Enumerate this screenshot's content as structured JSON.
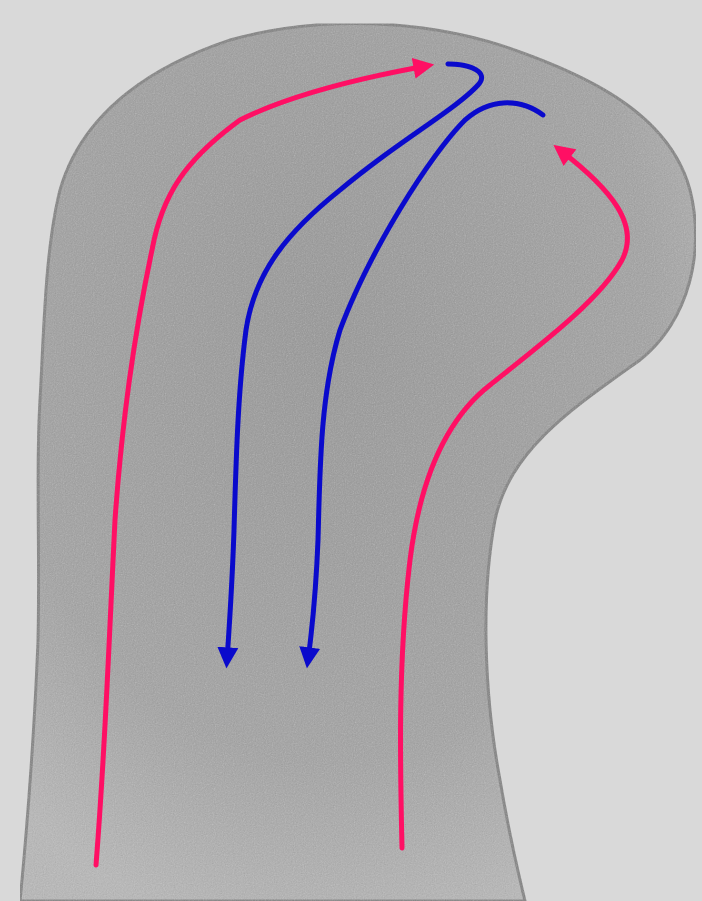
{
  "figure": {
    "subject": "cell-tip",
    "colors": {
      "background": "#d9d9d9",
      "cell_fill": "#a9a9a9",
      "cell_edge": "#8a8a8a",
      "inward_flow": "#ff0f64",
      "outward_flow": "#0a0acc"
    },
    "arrows": [
      {
        "id": "left-red",
        "color_key": "inward_flow",
        "direction": "toward-tip"
      },
      {
        "id": "right-red",
        "color_key": "inward_flow",
        "direction": "toward-tip"
      },
      {
        "id": "inner-left-blue",
        "color_key": "outward_flow",
        "direction": "toward-base"
      },
      {
        "id": "inner-right-blue",
        "color_key": "outward_flow",
        "direction": "toward-base"
      }
    ]
  }
}
